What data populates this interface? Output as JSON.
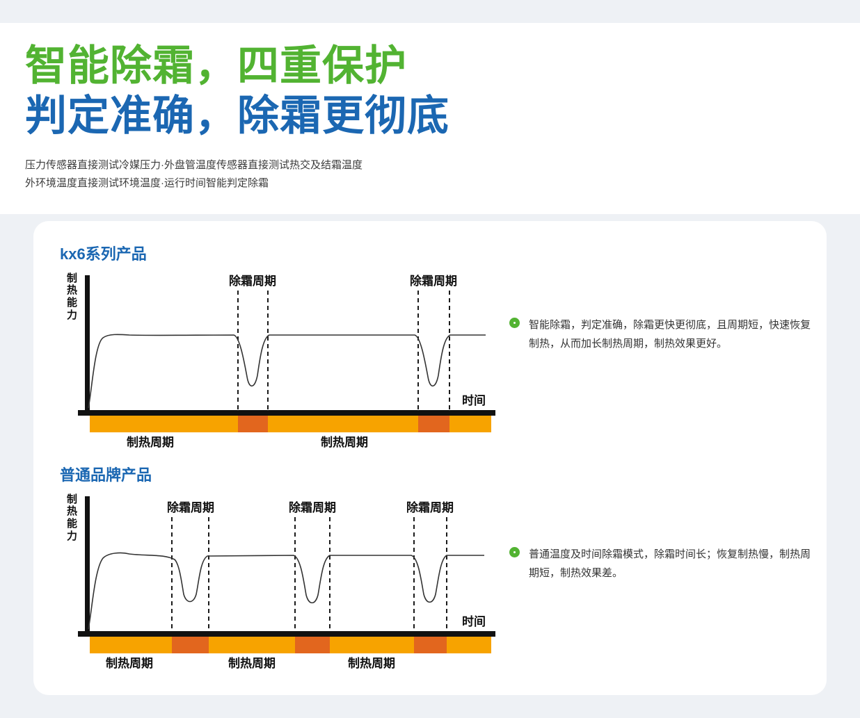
{
  "hero": {
    "title_line1": "智能除霜，四重保护",
    "title_line2": "判定准确，除霜更彻底",
    "subtitle_line1": "压力传感器直接测试冷媒压力·外盘管温度传感器直接测试热交及结霜温度",
    "subtitle_line2": "外环境温度直接测试环境温度·运行时间智能判定除霜"
  },
  "colors": {
    "accent_green": "#52b332",
    "accent_blue": "#1b67b2",
    "bar_orange": "#f7a300",
    "bar_orange_dark": "#e2661e",
    "page_bg": "#eef1f5",
    "card_bg": "#ffffff"
  },
  "charts": {
    "chart1": {
      "title": "kx6系列产品",
      "y_axis_label": "制热能力",
      "x_axis_label": "时间",
      "defrost_labels": [
        "除霜周期",
        "除霜周期"
      ],
      "heating_labels": [
        "制热周期",
        "制热周期"
      ],
      "note": "智能除霜，判定准确，除霜更快更彻底，且周期短，快速恢复制热，从而加长制热周期，制热效果更好。"
    },
    "chart2": {
      "title": "普通品牌产品",
      "y_axis_label": "制热能力",
      "x_axis_label": "时间",
      "defrost_labels": [
        "除霜周期",
        "除霜周期",
        "除霜周期"
      ],
      "heating_labels": [
        "制热周期",
        "制热周期",
        "制热周期"
      ],
      "note": "普通温度及时间除霜模式，除霜时间长；恢复制热慢，制热周期短，制热效果差。"
    }
  },
  "chart_data": [
    {
      "type": "line",
      "title": "kx6系列产品",
      "xlabel": "时间",
      "ylabel": "制热能力",
      "defrost_cycle_count": 2,
      "segment_sequence": [
        "制热周期",
        "除霜周期",
        "制热周期",
        "除霜周期"
      ],
      "qualitative_shape": "制热能力快速升至高位并保持，除霜周期短而窄，制热能力小幅短暂下降后迅速恢复"
    },
    {
      "type": "line",
      "title": "普通品牌产品",
      "xlabel": "时间",
      "ylabel": "制热能力",
      "defrost_cycle_count": 3,
      "segment_sequence": [
        "制热周期",
        "除霜周期",
        "制热周期",
        "除霜周期",
        "制热周期",
        "除霜周期"
      ],
      "qualitative_shape": "除霜周期长而宽且频繁，制热周期短，制热能力下降幅度大、恢复慢"
    }
  ]
}
